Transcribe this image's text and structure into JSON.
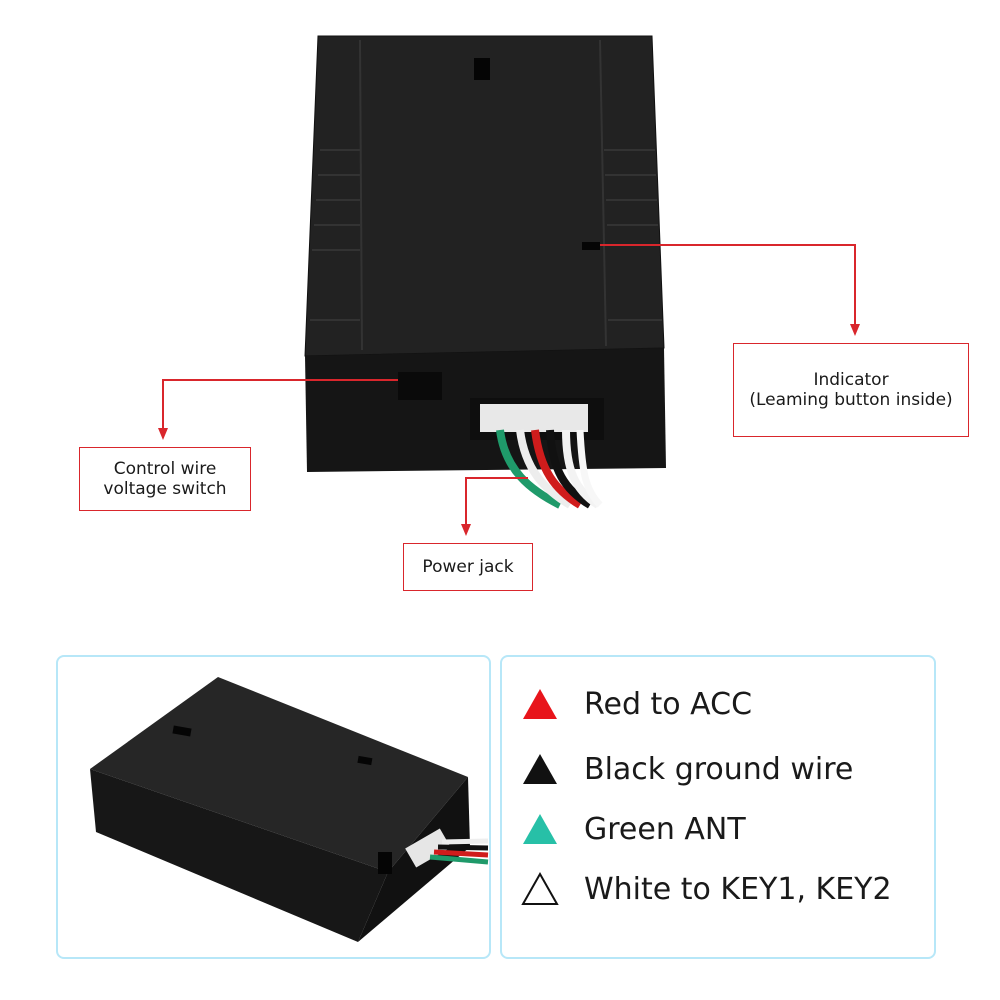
{
  "callouts": {
    "indicator": {
      "line1": "Indicator",
      "line2": "(Leaming button inside)"
    },
    "switch": {
      "line1": "Control wire",
      "line2": "voltage switch"
    },
    "power": {
      "label": "Power jack"
    }
  },
  "legend": [
    {
      "color": "#e8141b",
      "filled": true,
      "text": "Red to ACC",
      "icon": "red-triangle-icon"
    },
    {
      "color": "#111111",
      "filled": true,
      "text": "Black ground wire",
      "icon": "black-triangle-icon"
    },
    {
      "color": "#27c0a7",
      "filled": true,
      "text": "Green ANT",
      "icon": "green-triangle-icon"
    },
    {
      "color": "#111111",
      "filled": false,
      "text": "White to KEY1, KEY2",
      "icon": "white-triangle-icon"
    }
  ],
  "colors": {
    "accent_red": "#d9262c",
    "panel_border": "#b7e7f8",
    "device_body": "#1d1d1d"
  }
}
